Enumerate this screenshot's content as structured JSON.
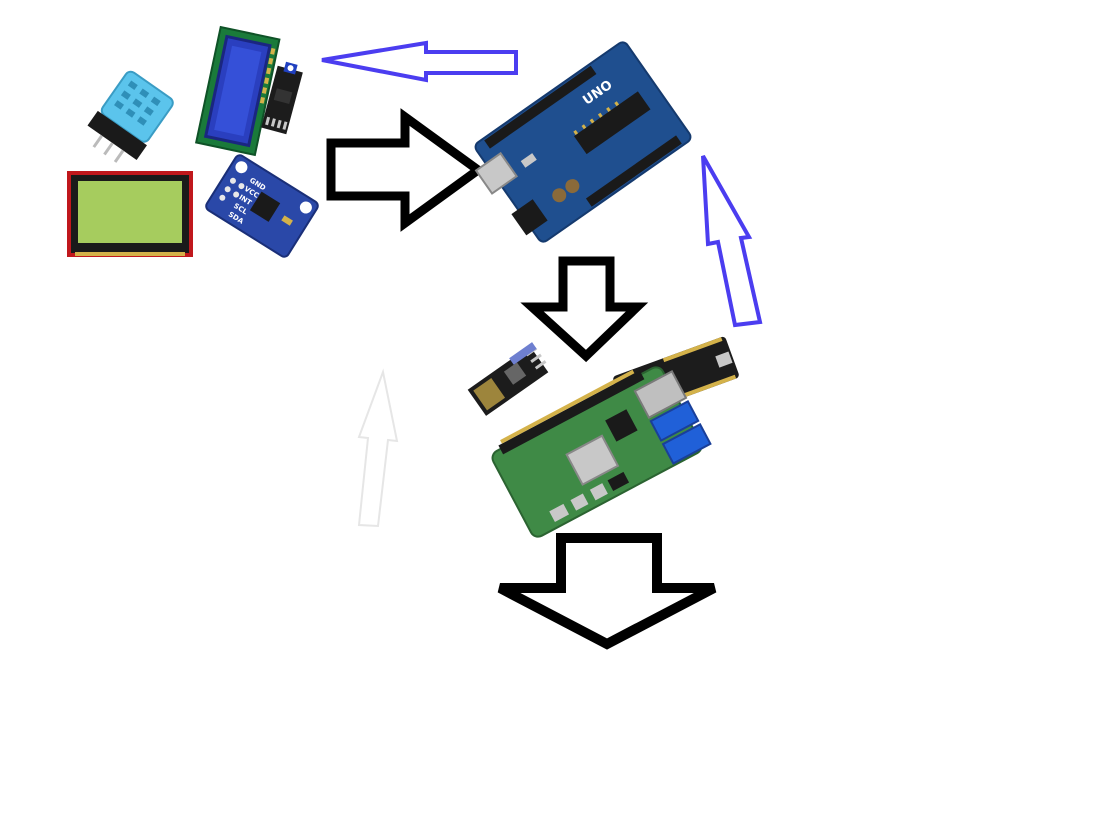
{
  "diagram": {
    "colors": {
      "background": "#ffffff",
      "black_arrow": "#000000",
      "blue_arrow": "#4b3df0",
      "faint_arrow": "#e6e6e6",
      "arduino_board": "#1f4f8f",
      "pi_board": "#3f8a46",
      "dht_sensor": "#5bc4ec",
      "lcd_screen": "#a6cc5e",
      "lcd_1602": "#2a3fbf",
      "mpu_board": "#2a48a8",
      "esp_board": "#1c1c1c"
    },
    "nodes": [
      {
        "id": "sensor-cluster",
        "icons": [
          "dht11-sensor-icon",
          "lcd1602-display-icon",
          "i2c-adapter-icon",
          "graphic-lcd-icon",
          "mpu6050-module-icon"
        ]
      },
      {
        "id": "arduino",
        "icons": [
          "arduino-uno-board-icon"
        ]
      },
      {
        "id": "wireless-and-compute",
        "icons": [
          "esp01-module-icon",
          "nodemcu-esp8266-icon",
          "raspberry-pi-4-icon"
        ]
      }
    ],
    "labels": {
      "arduino_logo": "UNO",
      "mpu_pins": [
        "GND",
        "VCC",
        "INT",
        "SCL",
        "SDA"
      ]
    }
  }
}
